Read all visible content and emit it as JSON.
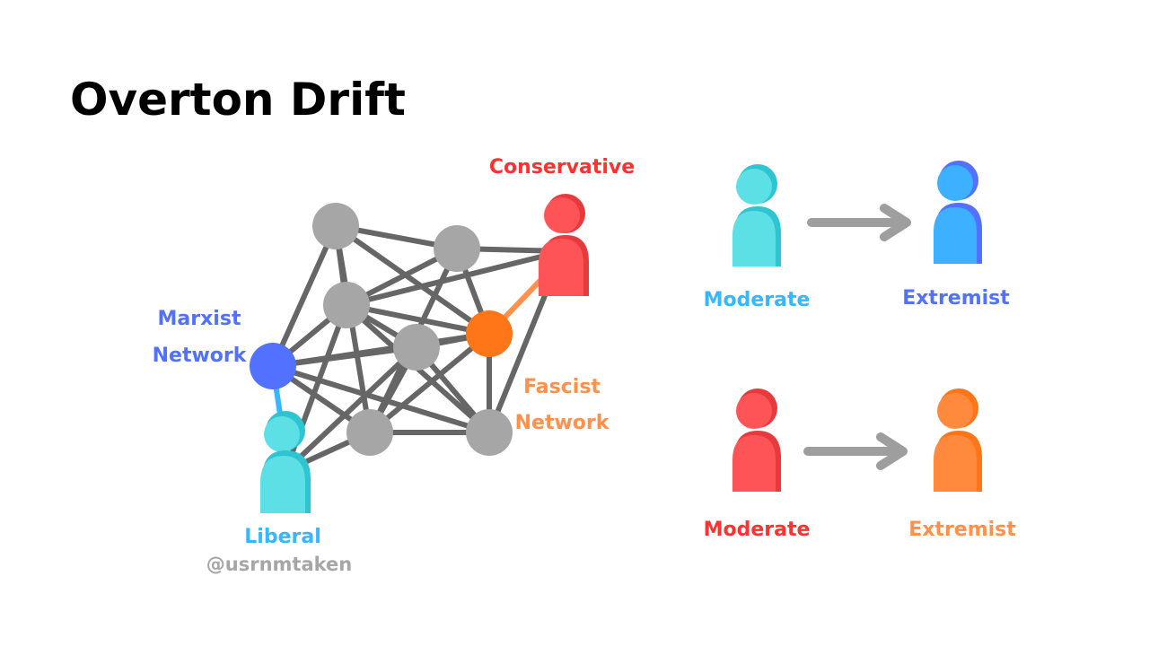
{
  "title": "Overton Drift",
  "network": {
    "conservative_label": "Conservative",
    "marxist_label_line1": "Marxist",
    "marxist_label_line2": "Network",
    "fascist_label_line1": "Fascist",
    "fascist_label_line2": "Network",
    "liberal_label": "Liberal",
    "credit": "@usrnmtaken"
  },
  "drift": [
    {
      "from_label": "Moderate",
      "to_label": "Extremist",
      "from_color": "#5ce0e6",
      "to_color": "#3db0ff"
    },
    {
      "from_label": "Moderate",
      "to_label": "Extremist",
      "from_color": "#ff5457",
      "to_color": "#ff8a3d"
    }
  ],
  "colors": {
    "node_gray": "#a6a6a6",
    "edge_gray": "#666666",
    "marxist_blue": "#5271ff",
    "fascist_orange": "#ff7619",
    "conservative_red": "#ff5457",
    "liberal_cyan": "#5ce0e6",
    "label_blue": "#5271ff",
    "label_cyan": "#38b6ff",
    "label_red": "#ff3131",
    "label_orange": "#ff914d",
    "arrow_gray": "#9e9e9e",
    "credit_gray": "#a6a6a6"
  }
}
